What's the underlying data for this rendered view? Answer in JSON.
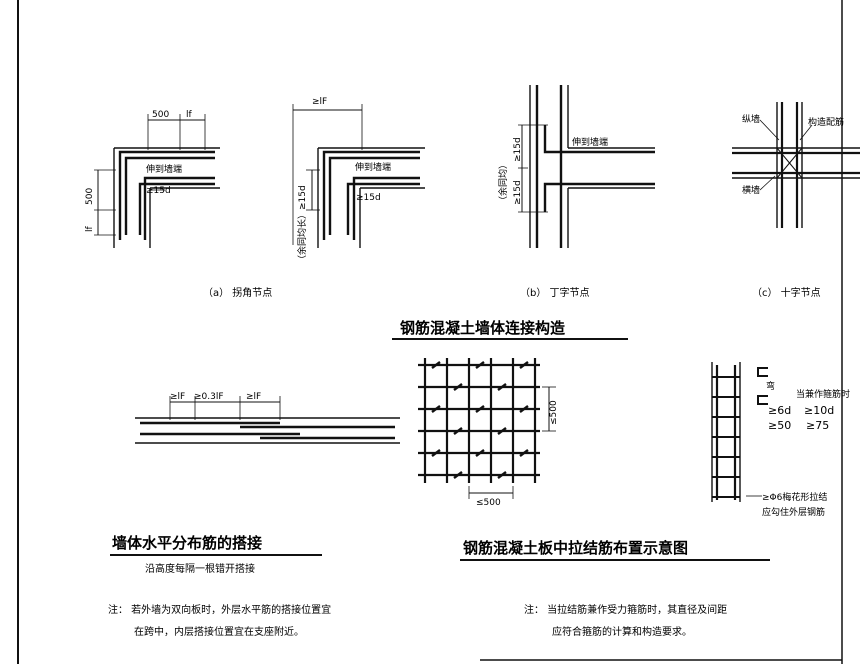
{
  "corner_node": {
    "dim_500": "500",
    "dim_lf": "lf",
    "ext_label": "伸到墙端",
    "dim_15d": "≥15d",
    "vert_500": "500",
    "vert_lf": "lf"
  },
  "corner_node_b": {
    "dim_top": "≥lF",
    "ext_label": "伸到墙端",
    "vert_label": "（余同均长）",
    "vert_dim": "≥15d",
    "dim_15d": "≥15d"
  },
  "t_node": {
    "left_label": "（余同均）",
    "dim_15d_top": "≥15d",
    "dim_15d_bot": "≥15d",
    "ext_label": "伸到墙端"
  },
  "cross_node": {
    "label_vertical_wall": "纵墙",
    "label_column_bar": "构造配筋",
    "label_horizontal_wall": "横墙"
  },
  "captions": {
    "a": "（a）  拐角节点",
    "b": "（b）  丁字节点",
    "c": "（c）  十字节点"
  },
  "main_title": "钢筋混凝土墙体连接构造",
  "lap": {
    "dim_left": "≥lF",
    "dim_mid": "≥0.3lF",
    "dim_right": "≥lF",
    "title": "墙体水平分布筋的搭接",
    "subtitle": "沿高度每隔一根错开搭接"
  },
  "mesh": {
    "dim_right": "≤500",
    "dim_bottom": "≤500"
  },
  "tie": {
    "label_hook": "弯",
    "label_as_stirrup": "当兼作箍筋时",
    "val_6d": "≥6d",
    "val_10d": "≥10d",
    "val_50": "≥50",
    "val_75": "≥75",
    "note1": "≥Φ6梅花形拉结",
    "note2": "应勾住外层钢筋"
  },
  "board_title": "钢筋混凝土板中拉结筋布置示意图",
  "notes": {
    "left_1": "注：  若外墙为双向板时，外层水平筋的搭接位置宜",
    "left_2": "在跨中，内层搭接位置宜在支座附近。",
    "right_1": "注：  当拉结筋兼作受力箍筋时，其直径及间距",
    "right_2": "应符合箍筋的计算和构造要求。"
  }
}
